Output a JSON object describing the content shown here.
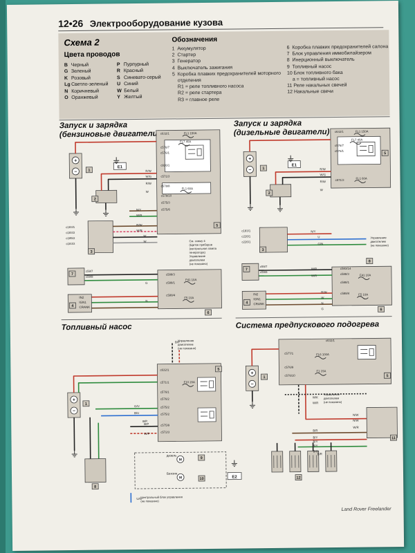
{
  "header": {
    "page": "12•26",
    "title": "Электрооборудование кузова"
  },
  "key": {
    "title": "Схема 2",
    "colors_title": "Цвета проводов",
    "colors": [
      {
        "c": "B",
        "n": "Черный"
      },
      {
        "c": "P",
        "n": "Пурпурный"
      },
      {
        "c": "G",
        "n": "Зеленый"
      },
      {
        "c": "R",
        "n": "Красный"
      },
      {
        "c": "K",
        "n": "Розовый"
      },
      {
        "c": "S",
        "n": "Синевато-серый"
      },
      {
        "c": "Lg",
        "n": "Светло-зеленый"
      },
      {
        "c": "U",
        "n": "Синий"
      },
      {
        "c": "N",
        "n": "Коричневый"
      },
      {
        "c": "W",
        "n": "Белый"
      },
      {
        "c": "O",
        "n": "Оранжевый"
      },
      {
        "c": "Y",
        "n": "Желтый"
      }
    ],
    "legend_title": "Обозначения",
    "legend_left": [
      "1  Аккумулятор",
      "2  Стартер",
      "3  Генератор",
      "4  Выключатель зажигания",
      "5  Коробка плавких предохранителей моторного",
      "    отделения",
      "    R1 = реле топливного насоса",
      "    R2 = реле стартера",
      "    R3 = главное реле"
    ],
    "legend_right": [
      "6  Коробка плавких предохранителей салона",
      "7  Блок управления иммобилайзером",
      "8  Инерционный выключатель",
      "9  Топливный насос",
      "10 Блок топливного бака",
      "    a = топливный насос",
      "11 Реле накальных свечей",
      "12 Накальные свечи"
    ]
  },
  "sections": {
    "s1": "Запуск и зарядка\n(бензиновые двигатели)",
    "s2": "Запуск и зарядка\n(дизельные двигатели)",
    "s3": "Топливный насос",
    "s4": "Система предпускового подогрева"
  },
  "labels": {
    "s1": {
      "conn": [
        "c632/1",
        "c576/7",
        "c576/1",
        "c826/1",
        "c571/3",
        "c578/8",
        "c578/10",
        "c575/3",
        "c575/6",
        "c183/1",
        "c183/2",
        "c185/2",
        "c183/3",
        "c59/7",
        "c59/8",
        "c588/3",
        "c588/1",
        "c588/4"
      ],
      "fuses": [
        "FL1 150A",
        "FL7 40A",
        "FL1 60A",
        "F41 10A",
        "F5 10A"
      ],
      "wires": [
        "R/W",
        "W/G",
        "R/W",
        "W",
        "N/Y",
        "W/R",
        "R/W",
        "W/R",
        "W",
        "W",
        "G",
        "N"
      ],
      "notes": [
        "См. схему 4",
        "(Щиток приборов",
        "(контрольная лампа",
        "генератора)",
        "Управление",
        "двигателем",
        "(не показано)"
      ],
      "ign": [
        "IN2",
        "IGN1",
        "CRANK"
      ],
      "nums": [
        "1",
        "2",
        "3",
        "4",
        "5",
        "6",
        "7",
        "E1"
      ]
    },
    "s2": {
      "conn": [
        "c632/1",
        "c576/7",
        "c576/1",
        "c571/3",
        "c183/1",
        "c226/1",
        "c226/1",
        "c59/7",
        "c59/8",
        "c583/14",
        "c588/3",
        "c588/1",
        "c588/4"
      ],
      "fuses": [
        "FL1 150A",
        "FL7 40A",
        "FL1 60A",
        "F41 10A",
        "F5 10A"
      ],
      "wires": [
        "R/W",
        "W/G",
        "R/W",
        "W",
        "N/Y",
        "U",
        "G/N",
        "W/R",
        "W/R",
        "R/W",
        "W",
        "N",
        "G"
      ],
      "notes": [
        "Управление",
        "двигателем",
        "(не показано)"
      ],
      "ign": [
        "IN2",
        "IGN1",
        "CRANK"
      ],
      "nums": [
        "1",
        "2",
        "3",
        "4",
        "5",
        "6",
        "7",
        "8",
        "E1"
      ]
    },
    "s3": {
      "conn": [
        "c632/1",
        "c571/1",
        "c576/1",
        "c576/2",
        "c575/2",
        "c575/2",
        "c575/9",
        "c572/3"
      ],
      "fuses": [
        "F10 20A",
        "FL1 150A"
      ],
      "wires": [
        "B/P",
        "B/P",
        "G/U",
        "B/U",
        "B/P",
        "W/P",
        "U/G"
      ],
      "notes": [
        "Управление",
        "двигателем",
        "(не показано)",
        "Центральный блок управления",
        "(не показано)"
      ],
      "engines": [
        "дизель",
        "Бензин"
      ],
      "nums": [
        "1",
        "5",
        "8",
        "9",
        "10",
        "E2"
      ]
    },
    "s4": {
      "conn": [
        "c632/1",
        "c577/1",
        "c576/9",
        "c576/10"
      ],
      "fuses": [
        "FL6 100A",
        "F1 15A"
      ],
      "wires": [
        "W/K",
        "W/R",
        "N/W",
        "N/W",
        "W/R",
        "B/R",
        "B/Y",
        "B/Y",
        "B/Y",
        "B/G",
        "B/R"
      ],
      "notes": [
        "Управление",
        "двигателем",
        "(не показано)"
      ],
      "nums": [
        "1",
        "5",
        "11",
        "12"
      ]
    }
  },
  "footer": "Land Rover Freelander"
}
